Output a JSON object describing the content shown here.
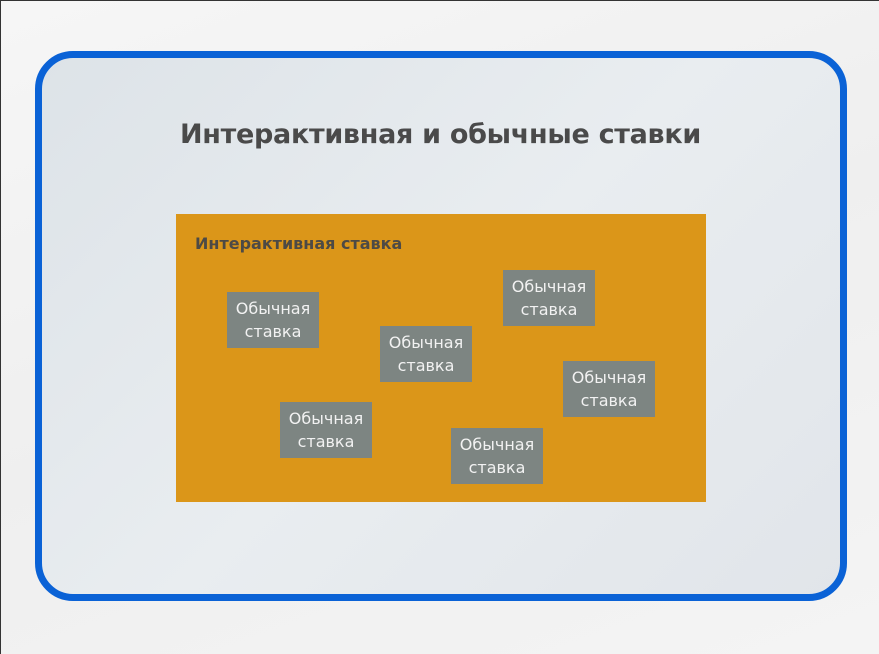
{
  "slide": {
    "title": "Интерактивная и обычные ставки",
    "interactive_bet": {
      "label": "Интерактивная ставка",
      "color": "#db9619"
    },
    "regular_bets": [
      {
        "line1": "Обычная",
        "line2": "ставка"
      },
      {
        "line1": "Обычная",
        "line2": "ставка"
      },
      {
        "line1": "Обычная",
        "line2": "ставка"
      },
      {
        "line1": "Обычная",
        "line2": "ставка"
      },
      {
        "line1": "Обычная",
        "line2": "ставка"
      },
      {
        "line1": "Обычная",
        "line2": "ставка"
      }
    ],
    "frame_color": "#0a62d6",
    "box_color": "#7d8582"
  }
}
